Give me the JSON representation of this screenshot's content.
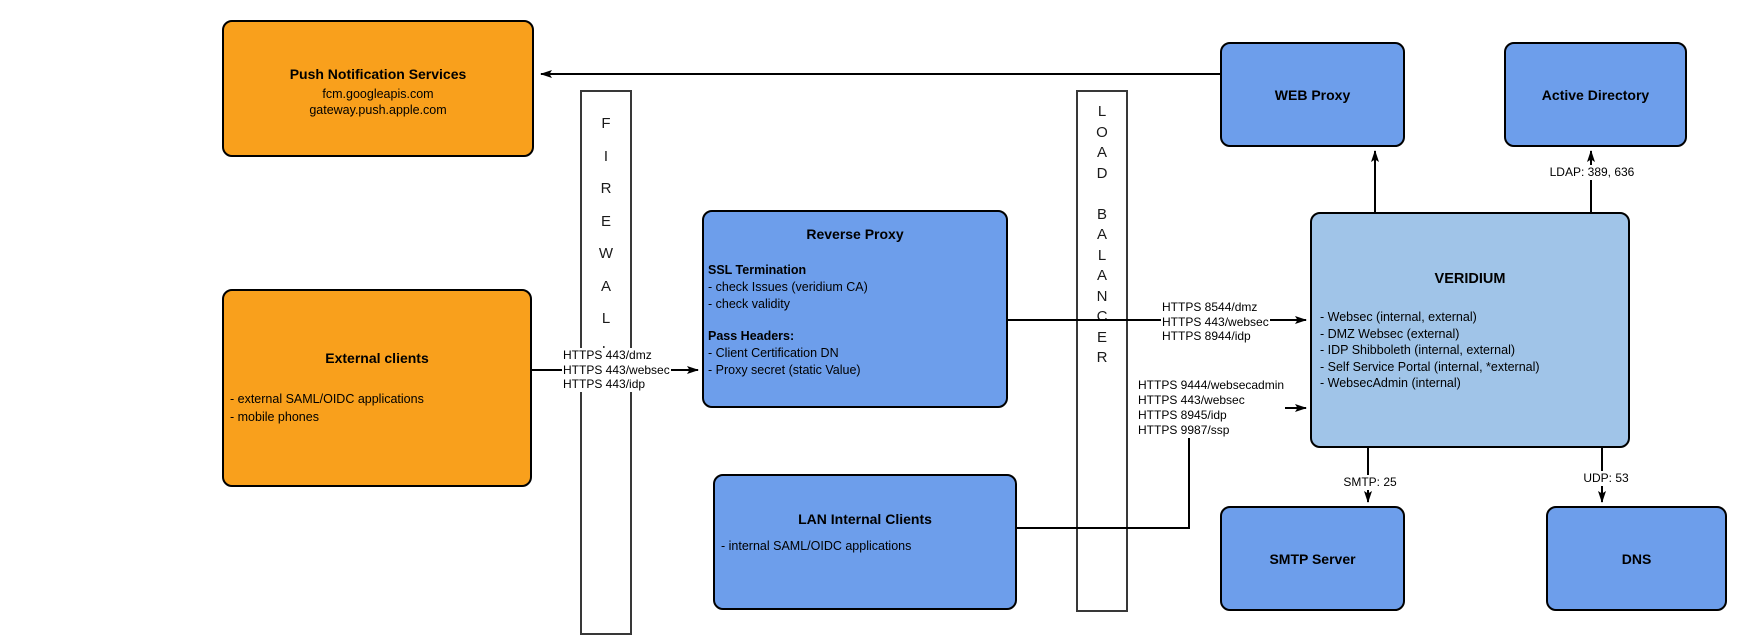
{
  "diagram": {
    "colors": {
      "orange": "#F9A01C",
      "blue": "#6D9EEB",
      "light_blue": "#A0C4E8",
      "stroke": "#000000"
    },
    "nodes": {
      "push": {
        "title": "Push Notification Services",
        "lines": [
          "fcm.googleapis.com",
          "gateway.push.apple.com"
        ]
      },
      "external": {
        "title": "External clients",
        "items": [
          "- external SAML/OIDC applications",
          "- mobile phones"
        ]
      },
      "firewall": {
        "label": "FIREWALL"
      },
      "reverse_proxy": {
        "title": "Reverse Proxy",
        "section1_heading": "SSL Termination",
        "section1_items": [
          "- check Issues (veridium CA)",
          "- check validity"
        ],
        "section2_heading": "Pass Headers:",
        "section2_items": [
          "- Client Certification DN",
          "- Proxy secret (static Value)"
        ]
      },
      "lan": {
        "title": "LAN Internal Clients",
        "items": [
          "- internal SAML/OIDC applications"
        ]
      },
      "load_balancer": {
        "label": "LOAD BALANCER"
      },
      "web_proxy": {
        "title": "WEB Proxy"
      },
      "active_directory": {
        "title": "Active Directory"
      },
      "veridium": {
        "title": "VERIDIUM",
        "items": [
          "- Websec (internal, external)",
          "- DMZ Websec (external)",
          "- IDP Shibboleth (internal, external)",
          "- Self Service Portal (internal, *external)",
          "- WebsecAdmin (internal)"
        ]
      },
      "smtp": {
        "title": "SMTP Server"
      },
      "dns": {
        "title": "DNS"
      }
    },
    "edge_labels": {
      "external_to_proxy": [
        "HTTPS 443/dmz",
        "HTTPS 443/websec",
        "HTTPS 443/idp"
      ],
      "proxy_to_veridium": [
        "HTTPS 8544/dmz",
        "HTTPS 443/websec",
        "HTTPS 8944/idp"
      ],
      "lan_to_veridium": [
        "HTTPS 9444/websecadmin",
        "HTTPS 443/websec",
        "HTTPS 8945/idp",
        "HTTPS 9987/ssp"
      ],
      "ldap": "LDAP: 389, 636",
      "smtp_port": "SMTP: 25",
      "udp": "UDP: 53"
    }
  }
}
